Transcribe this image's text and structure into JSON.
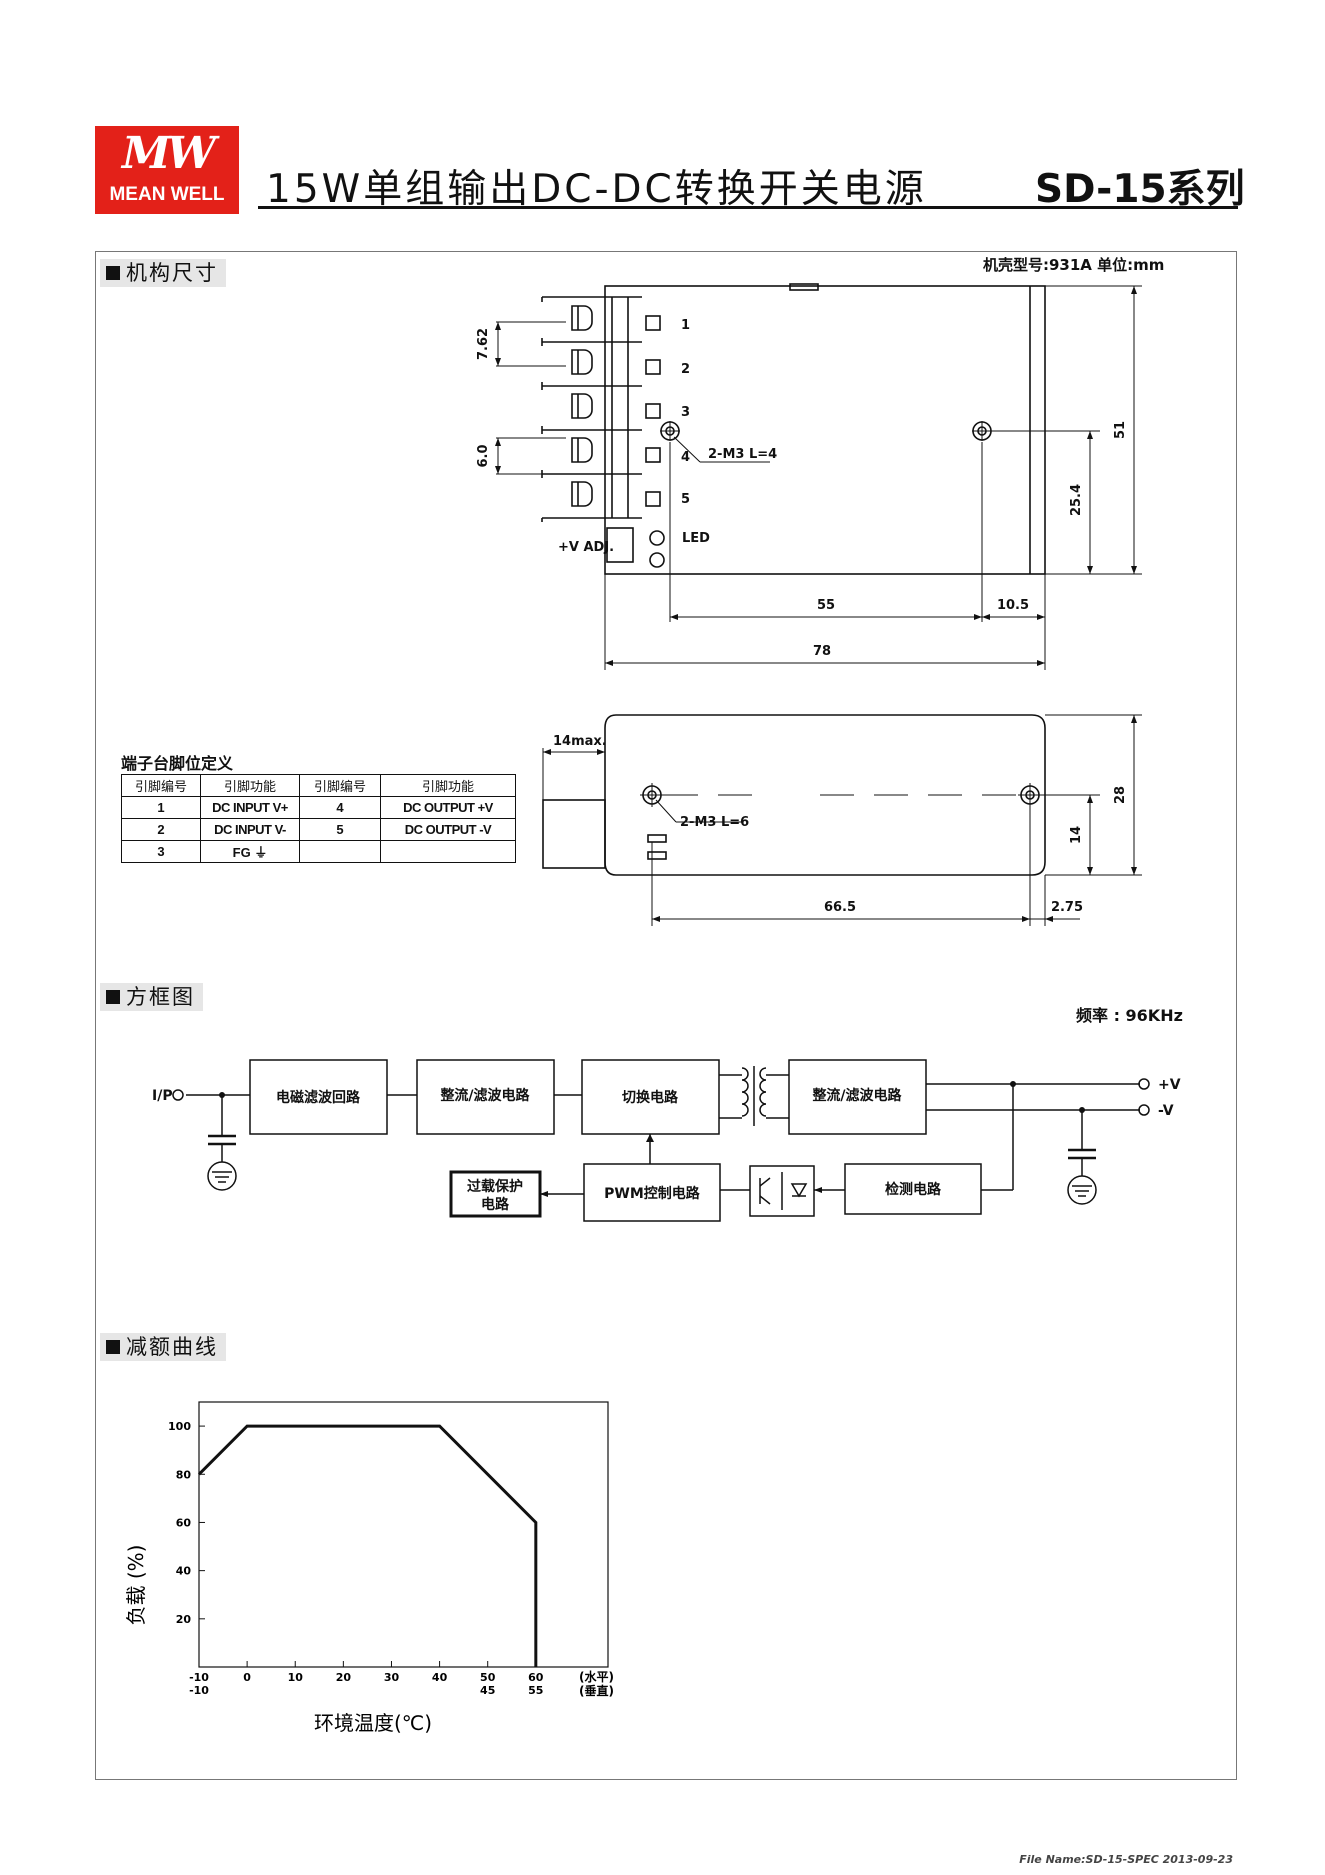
{
  "header": {
    "logo_line1": "MW",
    "logo_line2": "MEAN WELL",
    "title": "15W单组输出DC-DC转换开关电源",
    "series": "SD-15系列"
  },
  "sections": {
    "mechanical": "机构尺寸",
    "block": "方框图",
    "derating": "减额曲线"
  },
  "mechanical": {
    "case_info": "机壳型号:931A 单位:mm",
    "pins": [
      "1",
      "2",
      "3",
      "4",
      "5"
    ],
    "vadj": "+V ADJ.",
    "led": "LED",
    "screw_top": "2-M3 L=4",
    "screw_bottom": "2-M3  L=6",
    "dims": {
      "d762": "7.62",
      "d60": "6.0",
      "d55": "55",
      "d105": "10.5",
      "d78": "78",
      "d51": "51",
      "d254": "25.4",
      "d14max": "14max.",
      "d28": "28",
      "d14": "14",
      "d665": "66.5",
      "d275": "2.75"
    }
  },
  "pin_table": {
    "title": "端子台脚位定义",
    "headers": [
      "引脚编号",
      "引脚功能",
      "引脚编号",
      "引脚功能"
    ],
    "rows": [
      [
        "1",
        "DC INPUT V+",
        "4",
        "DC OUTPUT +V"
      ],
      [
        "2",
        "DC INPUT V-",
        "5",
        "DC OUTPUT -V"
      ],
      [
        "3",
        "FG ⏚",
        "",
        ""
      ]
    ]
  },
  "block_diagram": {
    "frequency": "频率 : 96KHz",
    "input": "I/P",
    "out_pos": "+V",
    "out_neg": "-V",
    "blocks": {
      "emi": "电磁滤波回路",
      "rect1": "整流/滤波电路",
      "switch": "切换电路",
      "rect2": "整流/滤波电路",
      "ocp1": "过载保护",
      "ocp2": "电路",
      "pwm": "PWM控制电路",
      "detect": "检测电路"
    }
  },
  "chart_data": {
    "type": "line",
    "title": "",
    "xlabel": "环境温度(℃)",
    "ylabel": "负载 (%)",
    "x_ticks_horizontal": [
      "-10",
      "0",
      "10",
      "20",
      "30",
      "40",
      "50",
      "60"
    ],
    "x_ticks_vertical": [
      "-10",
      "45",
      "55"
    ],
    "x_tick_suffix_top": "(水平)",
    "x_tick_suffix_bottom": "(垂直)",
    "y_ticks": [
      "20",
      "40",
      "60",
      "80",
      "100"
    ],
    "xlim": [
      -10,
      75
    ],
    "ylim": [
      0,
      110
    ],
    "series": [
      {
        "x": [
          -10,
          0,
          40,
          60,
          60
        ],
        "y": [
          80,
          100,
          100,
          60,
          0
        ]
      }
    ]
  },
  "footer": {
    "file": "File Name:SD-15-SPEC  2013-09-23"
  }
}
